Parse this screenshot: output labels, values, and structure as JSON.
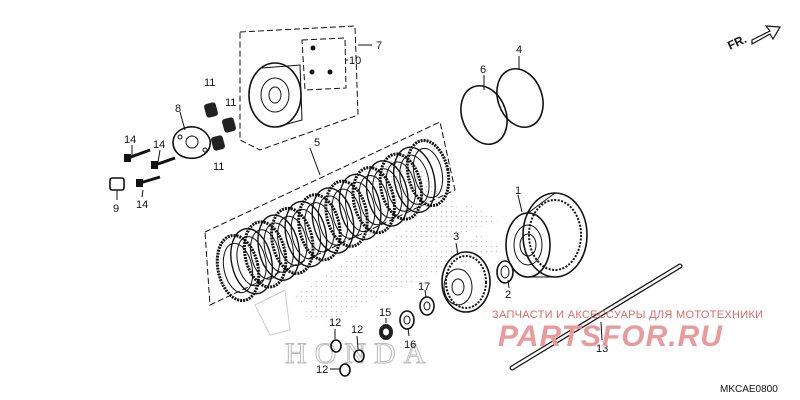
{
  "callouts": [
    "1",
    "2",
    "3",
    "4",
    "5",
    "6",
    "7",
    "8",
    "9",
    "10",
    "11",
    "12",
    "13",
    "14",
    "15",
    "16",
    "17"
  ],
  "labels": {
    "n1": "1",
    "n2": "2",
    "n3": "3",
    "n4": "4",
    "n5": "5",
    "n6": "6",
    "n7": "7",
    "n8": "8",
    "n9": "9",
    "n10": "10",
    "n11a": "11",
    "n11b": "11",
    "n11c": "11",
    "n12a": "12",
    "n12b": "12",
    "n12c": "12",
    "n13": "13",
    "n14a": "14",
    "n14b": "14",
    "n14c": "14",
    "n15": "15",
    "n16": "16",
    "n17": "17"
  },
  "direction_marker": "FR.",
  "watermark_line1": "ЗАПЧАСТИ И АКСЕССУАРЫ ДЛЯ МОТОТЕХНИКИ",
  "watermark_line2": "PARTSFOR.RU",
  "logo_text": "HONDA",
  "figure_code": "MKCAE0800",
  "colors": {
    "line": "#111111",
    "watermark": "#e07c7c",
    "logo": "#bbbbbb"
  }
}
